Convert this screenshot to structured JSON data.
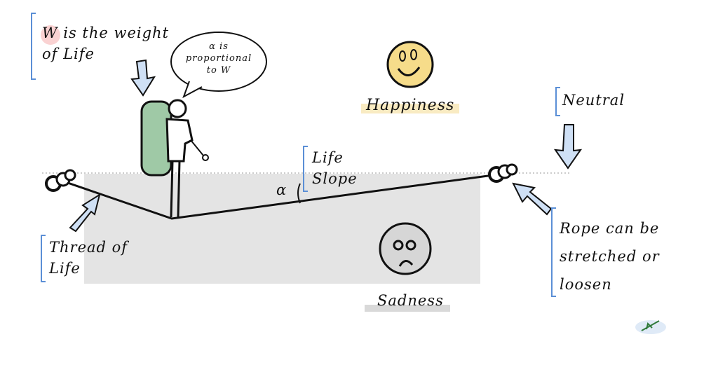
{
  "labels": {
    "weight_line1": "W is the weight",
    "weight_line2": "of Life",
    "bubble_line1": "α is",
    "bubble_line2": "proportional",
    "bubble_line3": "to W",
    "happiness": "Happiness",
    "neutral": "Neutral",
    "slope_line1": "Life",
    "slope_line2": "Slope",
    "alpha": "α",
    "thread_line1": "Thread of",
    "thread_line2": "Life",
    "rope_line1": "Rope can be",
    "rope_line2": "stretched or",
    "rope_line3": "loosen",
    "sadness": "Sadness"
  },
  "colors": {
    "bracket": "#5b8fd6",
    "arrow_fill": "#cfe0f5",
    "backpack": "#9fc9a6",
    "happy_face": "#f6dc8a",
    "sad_face": "#d6d6d6",
    "ground": "#e4e4e4"
  }
}
